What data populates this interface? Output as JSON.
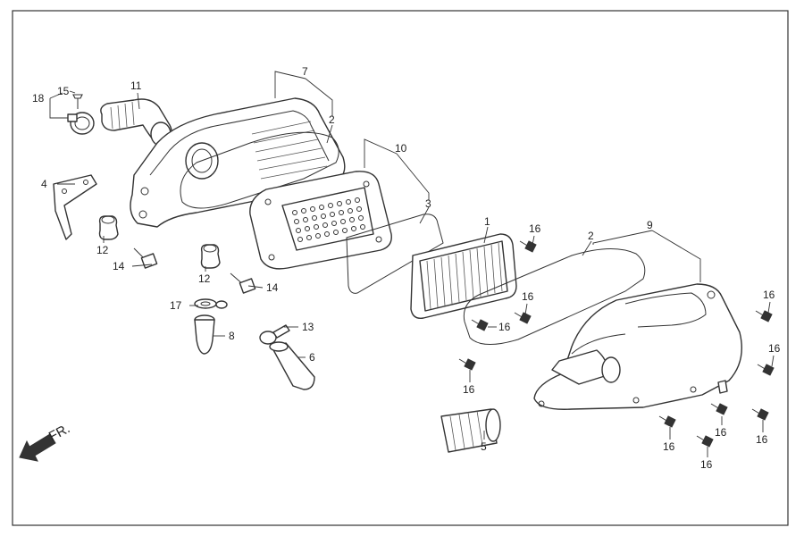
{
  "diagram": {
    "labels": {
      "l1": "1",
      "l2a": "2",
      "l2b": "2",
      "l3": "3",
      "l4": "4",
      "l5": "5",
      "l6": "6",
      "l7": "7",
      "l8": "8",
      "l9": "9",
      "l10": "10",
      "l11": "11",
      "l12a": "12",
      "l12b": "12",
      "l13": "13",
      "l14a": "14",
      "l14b": "14",
      "l15": "15",
      "l16a": "16",
      "l16b": "16",
      "l16c": "16",
      "l16d": "16",
      "l16e": "16",
      "l16f": "16",
      "l16g": "16",
      "l16h": "16",
      "l16i": "16",
      "l16j": "16",
      "l17": "17",
      "l18": "18"
    },
    "direction_label": "FR."
  }
}
